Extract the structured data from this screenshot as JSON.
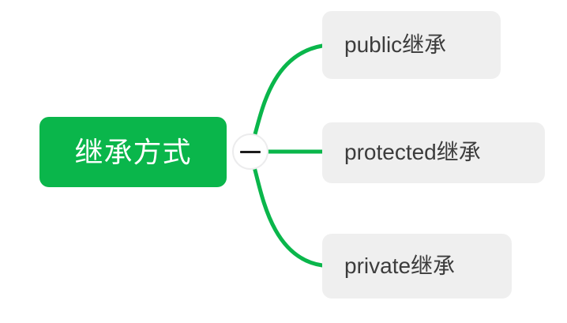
{
  "diagram": {
    "type": "mind-map",
    "background_color": "#ffffff",
    "accent_color": "#0ab64b",
    "node_background_color": "#efefef",
    "node_text_color": "#3c3c3c",
    "root_text_color": "#ffffff",
    "edge_color": "#0ab64b"
  },
  "root": {
    "label": "继承方式"
  },
  "toggle": {
    "icon": "minus-icon",
    "state": "expanded"
  },
  "children": [
    {
      "label": "public继承"
    },
    {
      "label": "protected继承"
    },
    {
      "label": "private继承"
    }
  ]
}
